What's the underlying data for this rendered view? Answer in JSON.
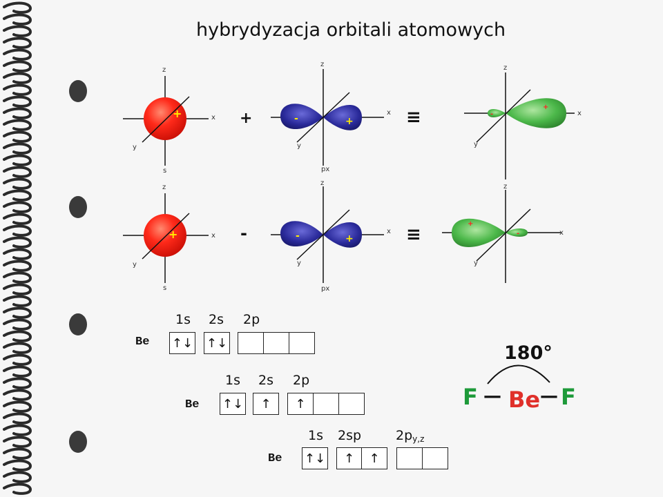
{
  "title": "hybrydyzacja orbitali atomowych",
  "colors": {
    "s_orbital": "#ff2a1a",
    "p_orbital": "#2a2a9a",
    "sp_orbital": "#3fae3f",
    "sign": "#ff2020",
    "ring": "#222222"
  },
  "orbital_rows": [
    {
      "s": {
        "z": "z",
        "x": "x",
        "y": "y",
        "name": "s",
        "sign": "+"
      },
      "operator": "+",
      "p": {
        "z": "z",
        "x": "x",
        "y": "y",
        "name": "px",
        "left_sign": "-",
        "right_sign": "+"
      },
      "equiv": "≡",
      "sp": {
        "z": "z",
        "x": "x",
        "y": "y",
        "small_sign": "-",
        "big_sign": "+"
      }
    },
    {
      "s": {
        "z": "z",
        "x": "x",
        "y": "y",
        "name": "s",
        "sign": "+"
      },
      "operator": "-",
      "p": {
        "z": "z",
        "x": "x",
        "y": "y",
        "name": "px",
        "left_sign": "-",
        "right_sign": "+"
      },
      "equiv": "≡",
      "sp": {
        "z": "z",
        "x": "x",
        "y": "y",
        "small_sign": "-",
        "big_sign": "+"
      }
    }
  ],
  "configs": [
    {
      "element": "Be",
      "h1": "1s",
      "h2": "2s",
      "h3": "2p",
      "b1": "↑↓",
      "b2": "↑↓",
      "b3": "",
      "b4": "",
      "b5": ""
    },
    {
      "element": "Be",
      "h1": "1s",
      "h2": "2s",
      "h3": "2p",
      "b1": "↑↓",
      "b2": "↑",
      "b3": "↑",
      "b4": "",
      "b5": ""
    },
    {
      "element": "Be",
      "h1": "1s",
      "h2": "2sp",
      "h3": "2p",
      "h3_sub": "y,z",
      "b1": "↑↓",
      "b2": "↑",
      "b3": "↑",
      "b4": "",
      "b5": ""
    }
  ],
  "molecule": {
    "angle": "180°",
    "left": "F",
    "center": "Be",
    "right": "F",
    "bond1": "—",
    "bond2": "—",
    "center_color": "#e0302a",
    "f_color": "#1e9a3a"
  }
}
